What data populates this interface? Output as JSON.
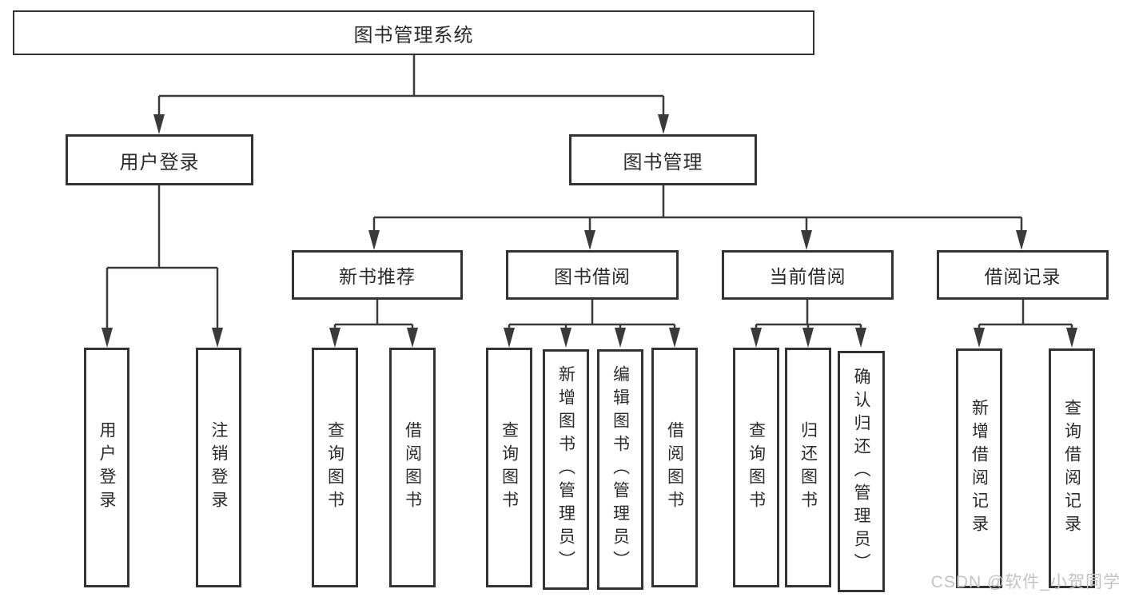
{
  "diagram": {
    "root": "图书管理系统",
    "user_login": {
      "label": "用户登录",
      "children": [
        "用户登录",
        "注销登录"
      ]
    },
    "book_management": {
      "label": "图书管理",
      "sections": [
        {
          "label": "新书推荐",
          "children": [
            "查询图书",
            "借阅图书"
          ]
        },
        {
          "label": "图书借阅",
          "children": [
            "查询图书",
            "新增图书（管理员）",
            "编辑图书（管理员）",
            "借阅图书"
          ]
        },
        {
          "label": "当前借阅",
          "children": [
            "查询图书",
            "归还图书",
            "确认归还（管理员）"
          ]
        },
        {
          "label": "借阅记录",
          "children": [
            "新增借阅记录",
            "查询借阅记录"
          ]
        }
      ]
    }
  },
  "watermark": {
    "text": "CSDN @软件_小贺同学",
    "color": "#c3c3c3"
  },
  "colors": {
    "line": "#3a3a3a",
    "box_border": "#333333",
    "text": "#2b2b2b",
    "background": "#ffffff"
  }
}
